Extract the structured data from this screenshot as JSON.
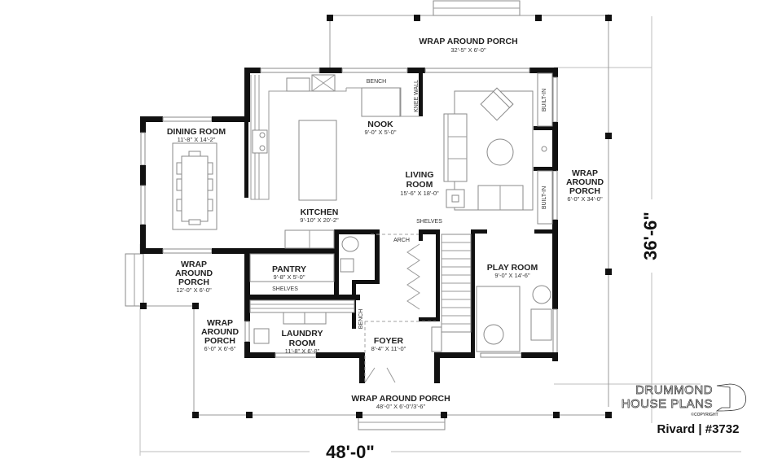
{
  "plan": {
    "rooms": {
      "porch_top": {
        "name": "WRAP AROUND PORCH",
        "dims": "32'-5\" X 6'-0\""
      },
      "dining": {
        "name": "DINING ROOM",
        "dims": "11'-8\" X 14'-2\""
      },
      "nook": {
        "name": "NOOK",
        "dims": "9'-0\" X 5'-0\""
      },
      "kitchen": {
        "name": "KITCHEN",
        "dims": "9'-10\" X 20'-2\""
      },
      "living": {
        "name_line1": "LIVING",
        "name_line2": "ROOM",
        "dims": "15'-6\" X 18'-0\""
      },
      "porch_right": {
        "name_line1": "WRAP",
        "name_line2": "AROUND",
        "name_line3": "PORCH",
        "dims": "6'-0\" X 34'-0\""
      },
      "porch_left": {
        "name_line1": "WRAP",
        "name_line2": "AROUND",
        "name_line3": "PORCH",
        "dims": "12'-0\" X 6'-0\""
      },
      "porch_left_lower": {
        "name_line1": "WRAP",
        "name_line2": "AROUND",
        "name_line3": "PORCH",
        "dims": "6'-0\" X 6'-6\""
      },
      "pantry": {
        "name": "PANTRY",
        "dims": "9'-8\" X 5'-0\""
      },
      "laundry": {
        "name_line1": "LAUNDRY",
        "name_line2": "ROOM",
        "dims": "11'-8\" X 6'-8\""
      },
      "foyer": {
        "name": "FOYER",
        "dims": "8'-4\" X 11'-0\""
      },
      "play": {
        "name": "PLAY ROOM",
        "dims": "9'-0\" X 14'-6\""
      },
      "porch_bottom": {
        "name": "WRAP AROUND PORCH",
        "dims": "48'-0\" X 6'-0\"/3'-6\""
      }
    },
    "labels": {
      "bench_top": "BENCH",
      "knee_wall": "KNEE WALL",
      "built_in_top": "BUILT-IN",
      "built_in_bottom": "BUILT-IN",
      "shelves_living": "SHELVES",
      "arch": "ARCH",
      "shelves_pantry": "SHELVES",
      "bench_foyer": "BENCH"
    },
    "dimensions": {
      "width": "48'-0\"",
      "depth": "36'-6\""
    }
  },
  "branding": {
    "line1": "DRUMMOND",
    "line2": "HOUSE PLANS",
    "copyright": "©COPYRIGHT",
    "model": "Rivard | #3732"
  }
}
